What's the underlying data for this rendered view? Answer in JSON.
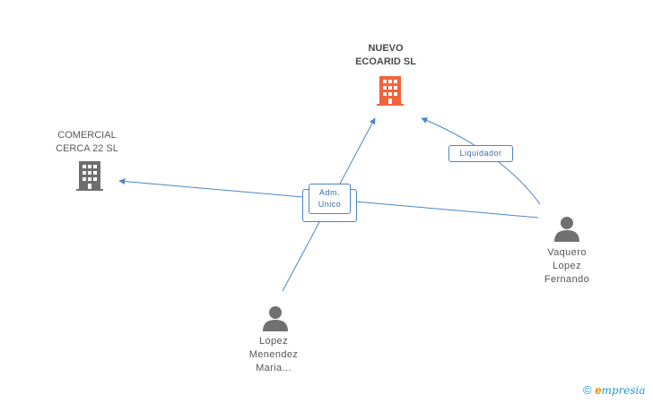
{
  "nodes": {
    "nuevo": {
      "line1": "NUEVO",
      "line2": "ECOARID SL",
      "color": "#f0643c"
    },
    "comercial": {
      "line1": "COMERCIAL",
      "line2": "CERCA 22 SL",
      "color": "#6e6e6e"
    },
    "vaquero": {
      "line1": "Vaquero",
      "line2": "Lopez",
      "line3": "Fernando",
      "color": "#707070"
    },
    "lopez": {
      "line1": "Lopez",
      "line2": "Menendez",
      "line3": "Maria..."
    }
  },
  "edges": {
    "adm": {
      "line1": "Adm.",
      "line2": "Unico"
    },
    "liquidador": {
      "label": "Liquidador"
    }
  },
  "colors": {
    "edge": "#4a86c8"
  },
  "footer": {
    "copyright": "©",
    "brand_e": "e",
    "brand_rest": "mpresia"
  }
}
